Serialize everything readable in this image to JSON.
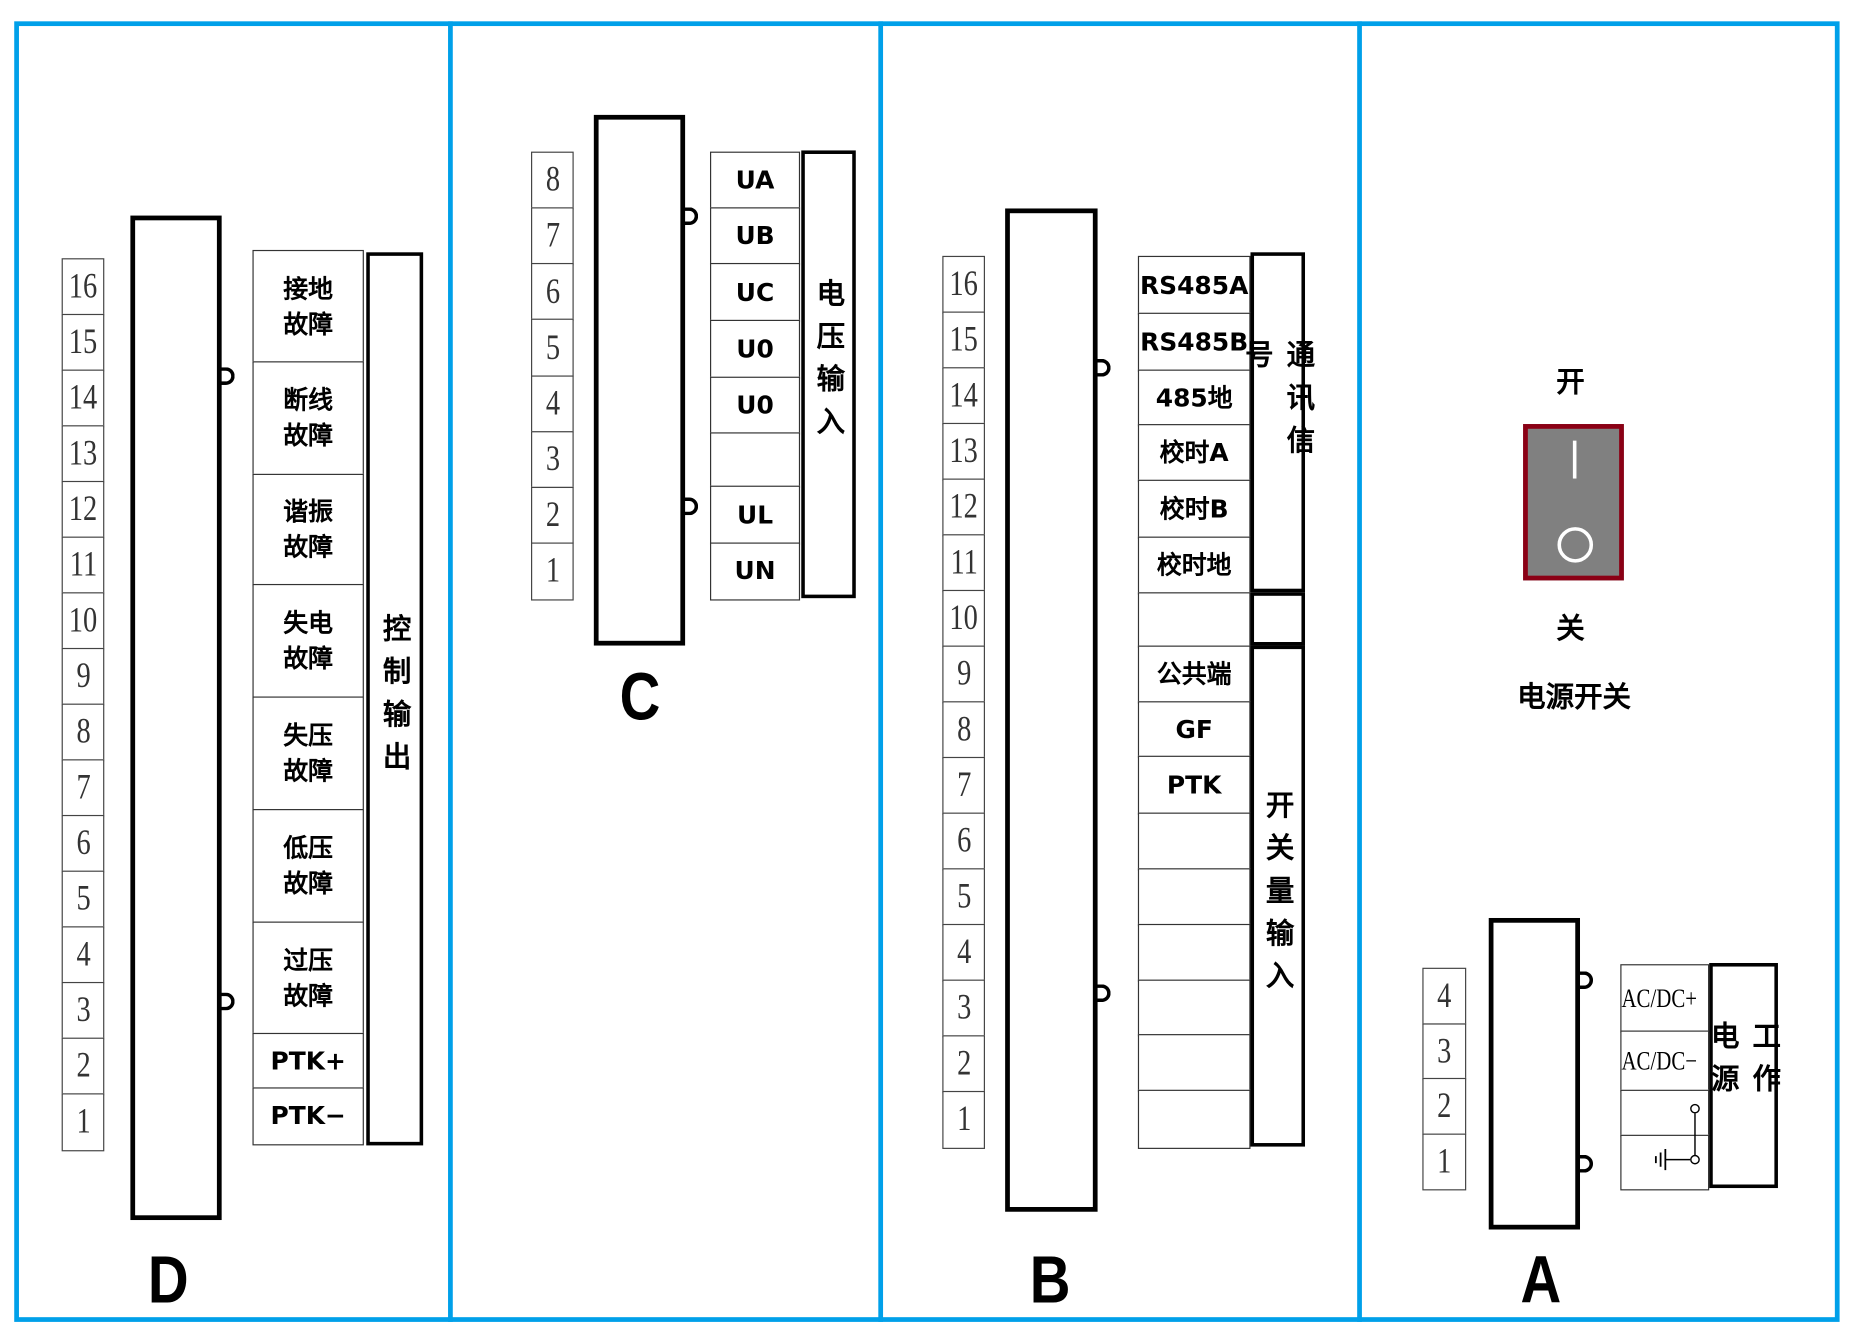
{
  "panels": {
    "D": {
      "letter": "D",
      "terminals": [
        "16",
        "15",
        "14",
        "13",
        "12",
        "11",
        "10",
        "9",
        "8",
        "7",
        "6",
        "5",
        "4",
        "3",
        "2",
        "1"
      ],
      "labels": [
        "接地\n故障",
        "断线\n故障",
        "谐振\n故障",
        "失电\n故障",
        "失压\n故障",
        "低压\n故障",
        "过压\n故障",
        "PTK+",
        "PTK−"
      ],
      "groups": [
        "控制输出"
      ]
    },
    "C": {
      "letter": "C",
      "terminals": [
        "8",
        "7",
        "6",
        "5",
        "4",
        "3",
        "2",
        "1"
      ],
      "labels": [
        "UA",
        "UB",
        "UC",
        "U0",
        "U0",
        "",
        "UL",
        "UN"
      ],
      "groups": [
        "电压输入"
      ]
    },
    "B": {
      "letter": "B",
      "terminals": [
        "16",
        "15",
        "14",
        "13",
        "12",
        "11",
        "10",
        "9",
        "8",
        "7",
        "6",
        "5",
        "4",
        "3",
        "2",
        "1"
      ],
      "labels": [
        "RS485A",
        "RS485B",
        "485地",
        "校时A",
        "校时B",
        "校时地",
        "",
        "公共端",
        "GF",
        "PTK",
        "",
        "",
        "",
        "",
        "",
        ""
      ],
      "groups": [
        "通讯信号",
        "",
        "开关量输入"
      ]
    },
    "A": {
      "letter": "A",
      "terminals": [
        "4",
        "3",
        "2",
        "1"
      ],
      "labels": [
        "AC/DC+",
        "AC/DC−",
        "",
        ""
      ],
      "groups": [
        "工作电源"
      ],
      "power_switch": {
        "on_label": "开",
        "off_label": "关",
        "title": "电源开关",
        "on_symbol": "I",
        "off_symbol": "O"
      }
    }
  },
  "colors": {
    "frame": "#00a0e9",
    "switch_border": "#8b0015",
    "switch_fill": "#808080"
  }
}
